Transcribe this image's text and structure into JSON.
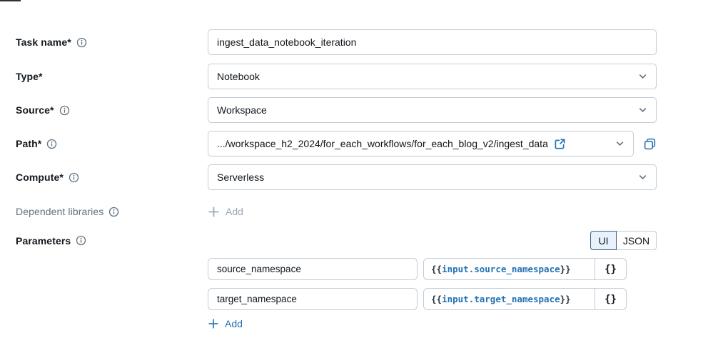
{
  "colors": {
    "accent_blue": "#2272b4",
    "border_gray": "#c3ccd6",
    "label_dark": "#11171c",
    "label_muted": "#5f7281",
    "toggle_selected_bg": "#e8f2fc",
    "toggle_selected_border": "#43607a"
  },
  "fields": {
    "task_name": {
      "label": "Task name*",
      "value": "ingest_data_notebook_iteration"
    },
    "type": {
      "label": "Type*",
      "value": "Notebook"
    },
    "source": {
      "label": "Source*",
      "value": "Workspace"
    },
    "path": {
      "label": "Path*",
      "value": ".../workspace_h2_2024/for_each_workflows/for_each_blog_v2/ingest_data"
    },
    "compute": {
      "label": "Compute*",
      "value": "Serverless"
    },
    "dependent_libraries": {
      "label": "Dependent libraries",
      "add_label": "Add"
    },
    "parameters": {
      "label": "Parameters",
      "toggle": {
        "ui_label": "UI",
        "json_label": "JSON",
        "selected": "UI"
      },
      "rows": [
        {
          "key": "source_namespace",
          "value_prefix": "{{",
          "value_var": "input.source_namespace",
          "value_suffix": "}}",
          "edit_label": "{}"
        },
        {
          "key": "target_namespace",
          "value_prefix": "{{",
          "value_var": "input.target_namespace",
          "value_suffix": "}}",
          "edit_label": "{}"
        }
      ],
      "add_label": "Add"
    }
  },
  "icons": {
    "info": "info-icon",
    "chevron": "chevron-down-icon",
    "external_link": "external-link-icon",
    "copy": "copy-icon",
    "plus": "plus-icon"
  }
}
